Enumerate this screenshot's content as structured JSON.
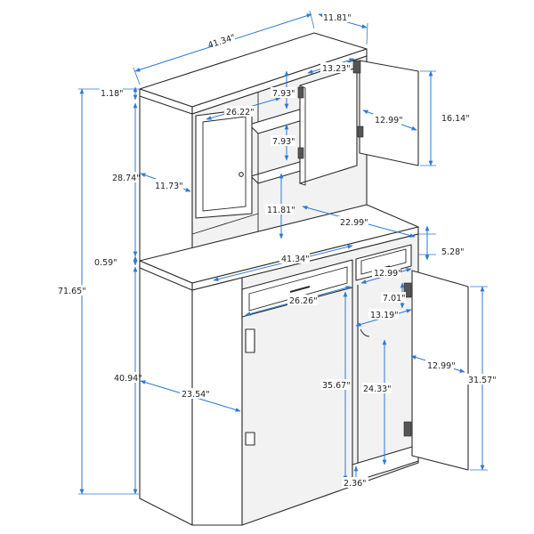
{
  "colors": {
    "dimension": "#2e7ad6",
    "outline": "#2b2b2b",
    "text": "#222222"
  },
  "dimensions": {
    "top_width": "41.34\"",
    "top_depth": "11.81\"",
    "top_thickness": "1.18\"",
    "total_height": "71.65\"",
    "hutch_height": "28.74\"",
    "hutch_side_depth": "11.73\"",
    "inner_shelf_width": "26.22\"",
    "upper_door_gap": "7.93\"",
    "lower_door_gap": "7.93\"",
    "top_door_width": "13.23\"",
    "right_door_depth": "12.99\"",
    "right_door_height": "16.14\"",
    "hutch_bottom_gap": "11.81\"",
    "counter_depth": "22.99\"",
    "counter_width": "41.34\"",
    "counter_thickness": "0.59\"",
    "drawer_height": "5.28\"",
    "small_drawer_width": "12.99\"",
    "drawer_width": "26.26\"",
    "hinge_offset": "7.01\"",
    "cabinet_inner_width": "13.19\"",
    "base_height": "40.94\"",
    "base_depth": "23.54\"",
    "desk_height": "35.67\"",
    "inner_height": "24.33\"",
    "lower_door_height": "31.57\"",
    "lower_door_width": "12.99\"",
    "plinth_height": "2.36\""
  }
}
